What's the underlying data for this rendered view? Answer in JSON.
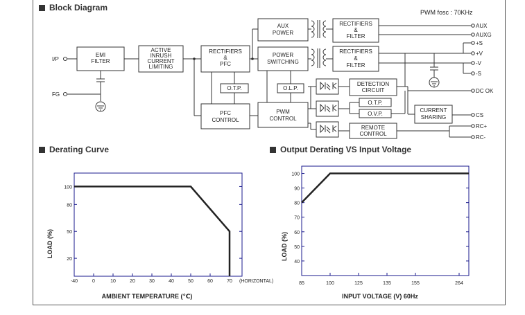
{
  "block_diagram": {
    "title": "Block Diagram",
    "pwm_freq": "PWM fosc : 70KHz",
    "blocks": {
      "emi": [
        "EMI",
        "FILTER"
      ],
      "inrush": [
        "ACTIVE",
        "INRUSH",
        "CURRENT",
        "LIMITING"
      ],
      "rect_pfc": [
        "RECTIFIERS",
        "&",
        "PFC"
      ],
      "aux_power": [
        "AUX",
        "POWER"
      ],
      "power_switching": [
        "POWER",
        "SWITCHING"
      ],
      "rect_aux": [
        "RECTIFIERS",
        "&",
        "FILTER"
      ],
      "rect_main": [
        "RECTIFIERS",
        "&",
        "FILTER"
      ],
      "otp1": "O.T.P.",
      "olp": "O.L.P.",
      "pfc_control": [
        "PFC",
        "CONTROL"
      ],
      "pwm_control": [
        "PWM",
        "CONTROL"
      ],
      "detection": [
        "DETECTION",
        "CIRCUIT"
      ],
      "otp2": "O.T.P.",
      "ovp": "O.V.P.",
      "remote": [
        "REMOTE",
        "CONTROL"
      ],
      "current_sharing": [
        "CURRENT",
        "SHARING"
      ]
    },
    "inputs": {
      "ip": "I/P",
      "fg": "FG"
    },
    "outputs": [
      "AUX",
      "AUXG",
      "+S",
      "+V",
      "-V",
      "-S",
      "DC OK",
      "CS",
      "RC+",
      "RC-"
    ]
  },
  "derating_curve": {
    "title": "Derating Curve",
    "chart_data": {
      "type": "line",
      "xlabel": "AMBIENT TEMPERATURE (℃)",
      "ylabel": "LOAD (%)",
      "x_ticks": [
        "-40",
        "0",
        "10",
        "20",
        "30",
        "40",
        "50",
        "60",
        "70"
      ],
      "x_tick_suffix": "(HORIZONTAL)",
      "y_ticks": [
        "100",
        "80",
        "50",
        "20"
      ],
      "x": [
        -40,
        50,
        70,
        70
      ],
      "y": [
        100,
        100,
        50,
        0
      ]
    }
  },
  "output_derating": {
    "title": "Output Derating VS Input Voltage",
    "chart_data": {
      "type": "line",
      "xlabel": "INPUT VOLTAGE (V) 60Hz",
      "ylabel": "LOAD (%)",
      "x_ticks": [
        "85",
        "100",
        "125",
        "135",
        "155",
        "264"
      ],
      "y_ticks": [
        "100",
        "90",
        "80",
        "70",
        "60",
        "50",
        "40"
      ],
      "x": [
        85,
        100,
        264
      ],
      "y": [
        80,
        100,
        100
      ]
    }
  }
}
